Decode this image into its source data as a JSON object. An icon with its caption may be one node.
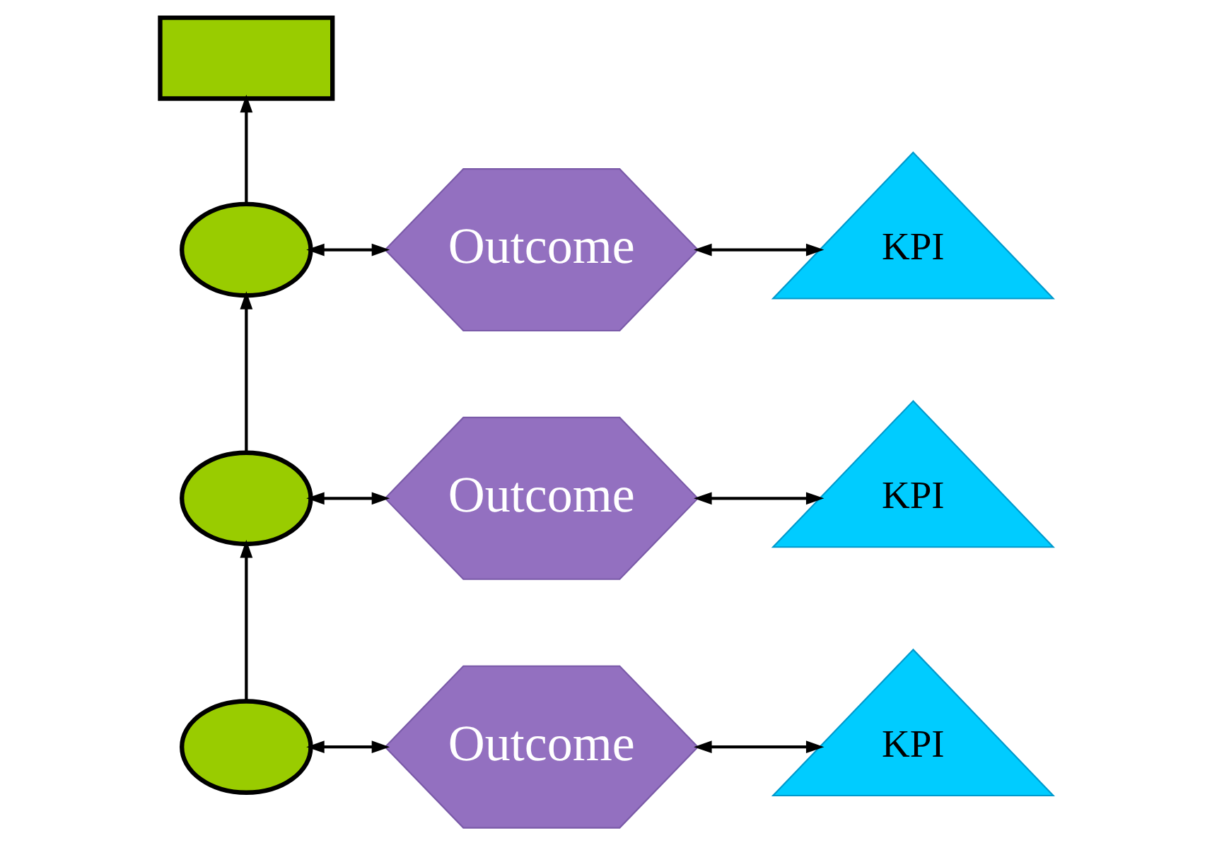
{
  "diagram": {
    "nodes": [
      {
        "text": [],
        "shape": "box"
      },
      {
        "text": [],
        "shape": "ellipse"
      },
      {
        "text": [],
        "shape": "ellipse"
      },
      {
        "text": [],
        "shape": "ellipse"
      },
      {
        "text": [
          "Outcome"
        ]
      },
      {
        "text": [
          "Outcome"
        ]
      },
      {
        "text": [
          "Outcome"
        ]
      },
      {
        "text": [
          "KPI"
        ]
      },
      {
        "text": [
          "KPI"
        ]
      },
      {
        "text": [
          "KPI"
        ]
      }
    ],
    "edges": [
      {
        "from": 1,
        "to": 0,
        "arrow": "to"
      },
      {
        "from": 1,
        "to": 4,
        "arrow": "both"
      },
      {
        "from": 4,
        "to": 7,
        "arrow": "both"
      },
      {
        "from": 2,
        "to": 1,
        "arrow": "to"
      },
      {
        "from": 2,
        "to": 5,
        "arrow": "both"
      },
      {
        "from": 5,
        "to": 8,
        "arrow": "both"
      },
      {
        "from": 3,
        "to": 2,
        "arrow": "to"
      },
      {
        "from": 3,
        "to": 6,
        "arrow": "both"
      },
      {
        "from": 6,
        "to": 9,
        "arrow": "both"
      }
    ]
  }
}
